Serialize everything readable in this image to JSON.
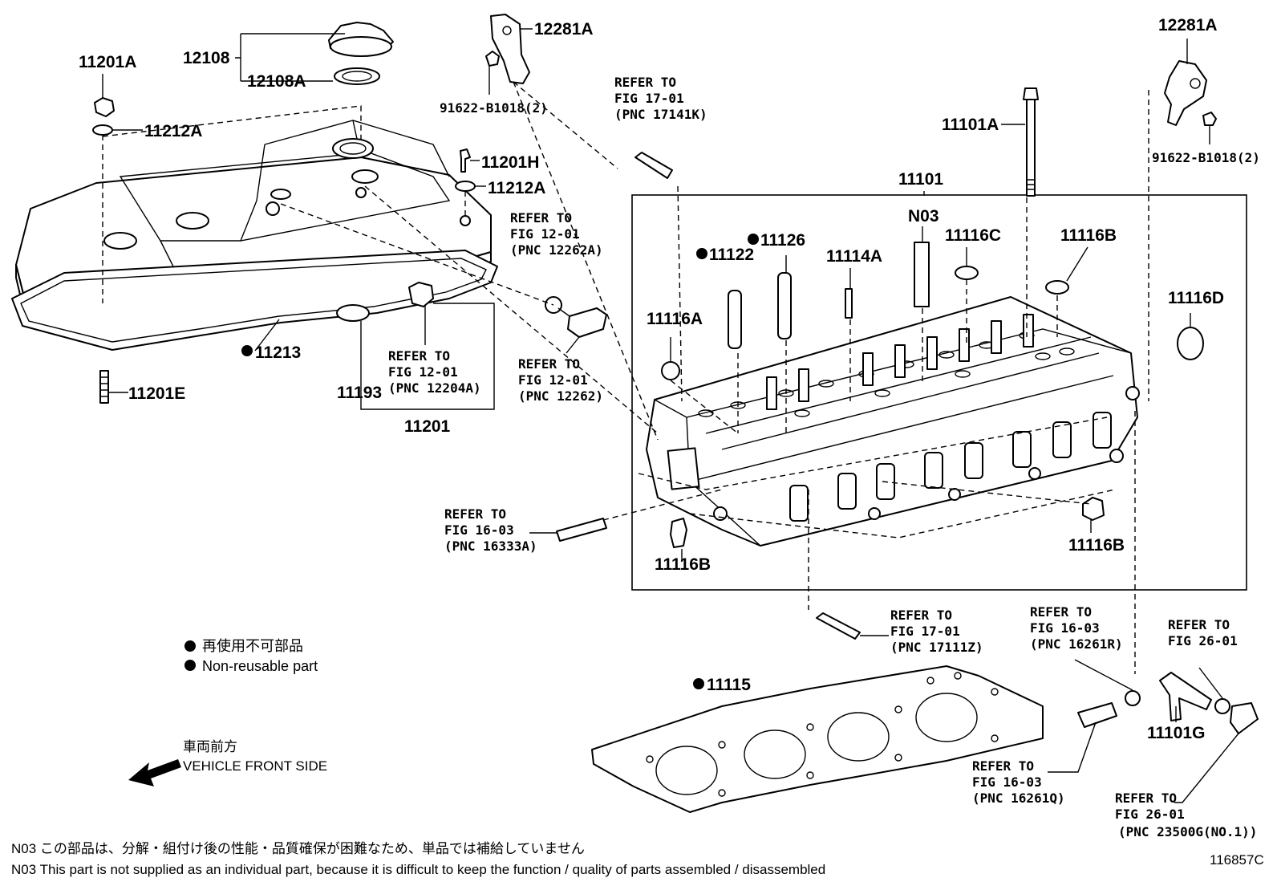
{
  "figure_code": "116857C",
  "parts": {
    "p12108": "12108",
    "p12108A": "12108A",
    "p11201A": "11201A",
    "p11212A_top": "11212A",
    "p11201H": "11201H",
    "p11212A_right": "11212A",
    "p12281A_left": "12281A",
    "p91622_left": "91622-B1018(2)",
    "p12281A_right": "12281A",
    "p91622_right": "91622-B1018(2)",
    "p11101A": "11101A",
    "p11101": "11101",
    "pN03": "N03",
    "p11126": "11126",
    "p11122": "11122",
    "p11114A": "11114A",
    "p11116C": "11116C",
    "p11116B_top": "11116B",
    "p11116D": "11116D",
    "p11116A": "11116A",
    "p11213": "11213",
    "p11193": "11193",
    "p11201": "11201",
    "p11201E": "11201E",
    "p11116B_bottom": "11116B",
    "p11116B_right": "11116B",
    "p11115": "11115",
    "p11101G": "11101G"
  },
  "refs": [
    {
      "l1": "REFER TO",
      "l2": "FIG 17-01",
      "l3": "(PNC 17141K)"
    },
    {
      "l1": "REFER TO",
      "l2": "FIG 12-01",
      "l3": "(PNC 12262A)"
    },
    {
      "l1": "REFER TO",
      "l2": "FIG 12-01",
      "l3": "(PNC 12204A)"
    },
    {
      "l1": "REFER TO",
      "l2": "FIG 12-01",
      "l3": "(PNC 12262)"
    },
    {
      "l1": "REFER TO",
      "l2": "FIG 16-03",
      "l3": "(PNC 16333A)"
    },
    {
      "l1": "REFER TO",
      "l2": "FIG 17-01",
      "l3": "(PNC 17111Z)"
    },
    {
      "l1": "REFER TO",
      "l2": "FIG 16-03",
      "l3": "(PNC 16261R)"
    },
    {
      "l1": "REFER TO",
      "l2": "FIG 26-01",
      "l3": ""
    },
    {
      "l1": "REFER TO",
      "l2": "FIG 16-03",
      "l3": "(PNC 16261Q)"
    },
    {
      "l1": "REFER TO",
      "l2": "FIG 26-01",
      "l3": "(PNC 23500G(NO.1))"
    }
  ],
  "legend": {
    "jp": "再使用不可部品",
    "en": "Non-reusable part"
  },
  "direction": {
    "jp": "車両前方",
    "en": "VEHICLE FRONT SIDE"
  },
  "notes": {
    "jp": "N03  この部品は、分解・組付け後の性能・品質確保が困難なため、単品では補給していません",
    "en": "N03  This part is not supplied as an individual part, because it is difficult to keep the function / quality of parts  assembled / disassembled"
  }
}
